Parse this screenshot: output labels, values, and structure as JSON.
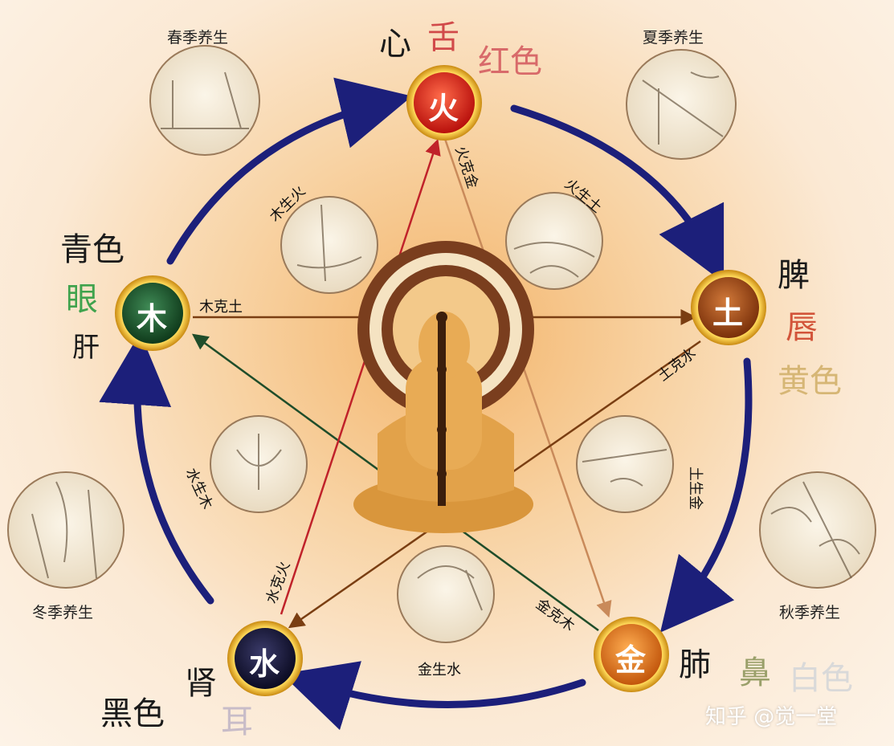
{
  "elements": {
    "fire": {
      "char": "火",
      "color": "#d8231c"
    },
    "earth": {
      "char": "土",
      "color": "#b35213"
    },
    "metal": {
      "char": "金",
      "color": "#e27a18"
    },
    "water": {
      "char": "水",
      "color": "#1a1a3a"
    },
    "wood": {
      "char": "木",
      "color": "#1f5b2e"
    }
  },
  "associations": {
    "fire": {
      "organ": "心",
      "sense": "舌",
      "color_name": "红色"
    },
    "earth": {
      "organ": "脾",
      "sense": "唇",
      "color_name": "黄色"
    },
    "metal": {
      "organ": "肺",
      "sense": "鼻",
      "color_name": "白色"
    },
    "water": {
      "organ": "肾",
      "sense": "耳",
      "color_name": "黑色"
    },
    "wood": {
      "organ": "肝",
      "sense": "眼",
      "color_name": "青色"
    }
  },
  "text_colors": {
    "organ": "#1a1a1a",
    "fire_sense": "#d14a4a",
    "fire_color": "#d86a6a",
    "earth_sense": "#d2543a",
    "earth_color": "#d6b675",
    "metal_sense": "#9aa06a",
    "metal_color": "#d9d9d9",
    "water_sense": "#c8bcc8",
    "water_color": "#1a1a1a",
    "wood_sense": "#3fa34d",
    "wood_color": "#1a1a1a"
  },
  "generating": {
    "wood_fire": "木生火",
    "fire_earth": "火生土",
    "earth_metal": "土生金",
    "metal_water": "金生水",
    "water_wood": "水生木"
  },
  "controlling": {
    "fire_metal": "火克金",
    "earth_water": "土克水",
    "metal_wood": "金克木",
    "water_fire": "水克火",
    "wood_earth": "木克土"
  },
  "seasons": {
    "spring": "春季养生",
    "summer": "夏季养生",
    "autumn": "秋季养生",
    "winter": "冬季养生"
  },
  "watermark": "知乎 @觉一堂",
  "icons": {
    "center": "meditating-figure-icon"
  }
}
